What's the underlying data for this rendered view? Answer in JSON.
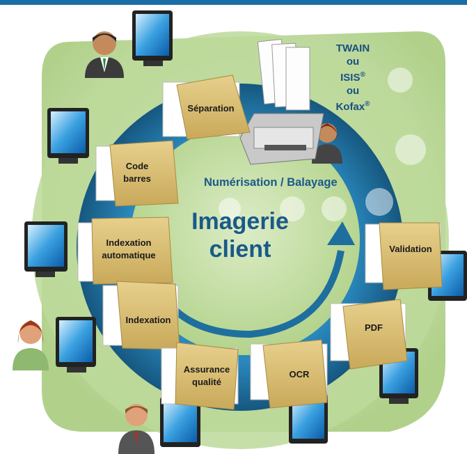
{
  "diagram": {
    "center_title_line1": "Imagerie",
    "center_title_line2": "client",
    "subtitle": "Numérisation / Balayage",
    "scanner_standards": {
      "line1": "TWAIN",
      "line2": "ou",
      "line3": "ISIS",
      "line4": "ou",
      "line5": "Kofax",
      "registered": "®"
    },
    "steps": {
      "separation": "Séparation",
      "code_barres_1": "Code",
      "code_barres_2": "barres",
      "indexation_auto_1": "Indexation",
      "indexation_auto_2": "automatique",
      "indexation": "Indexation",
      "assurance_1": "Assurance",
      "assurance_2": "qualité",
      "ocr": "OCR",
      "pdf": "PDF",
      "validation": "Validation"
    },
    "colors": {
      "outer_green": "#b9d894",
      "ring_blue": "#1e6f9e",
      "inner_green": "#c7e0a6",
      "folder": "#d8bd72",
      "title_blue": "#1a5a8a"
    }
  }
}
